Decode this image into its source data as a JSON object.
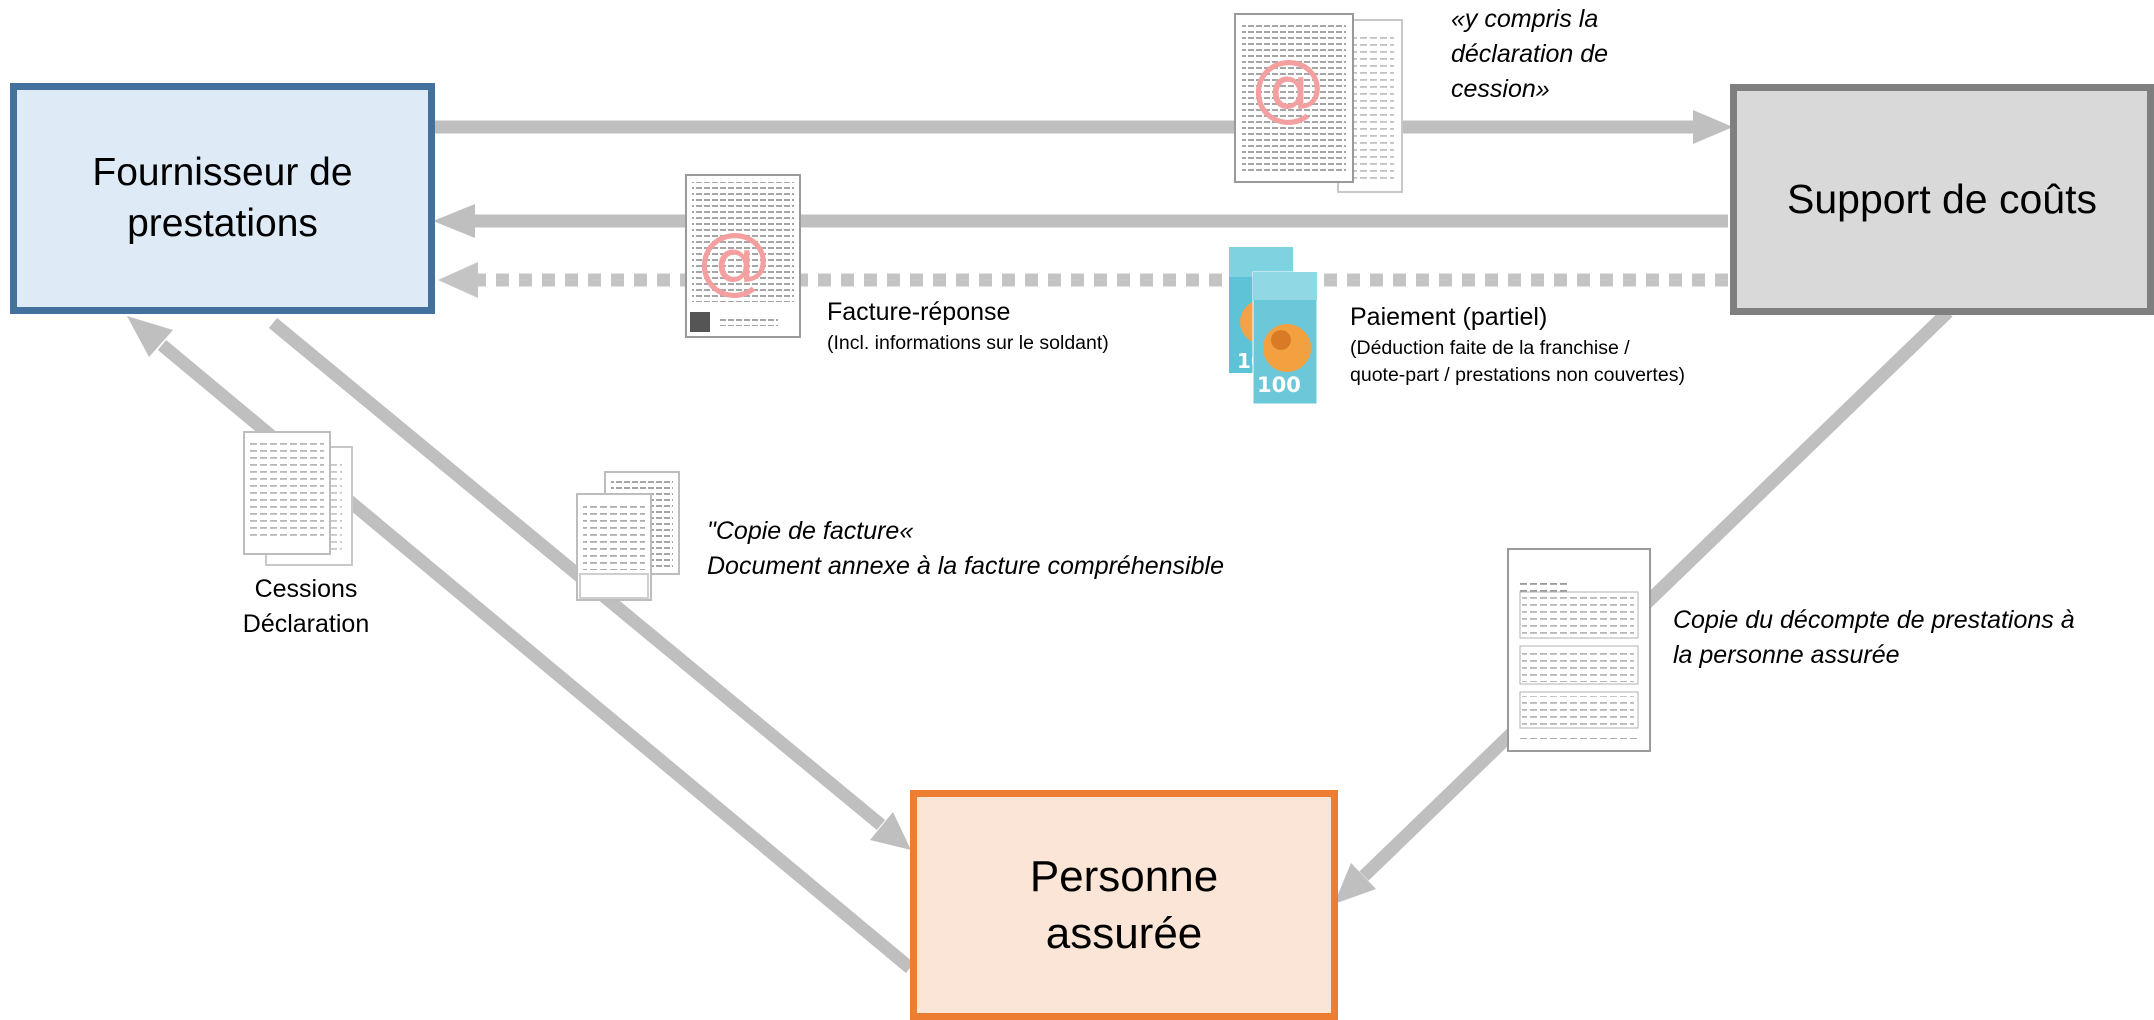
{
  "nodes": {
    "provider": "Fournisseur de prestations",
    "cost_bearer": "Support de coûts",
    "insured": "Personne assurée"
  },
  "labels": {
    "cession_quote": [
      "«y compris la",
      "déclaration de",
      "cession»"
    ],
    "facture_reponse": "Facture-réponse",
    "facture_reponse_note": "(Incl. informations sur le soldant)",
    "paiement": "Paiement (partiel)",
    "paiement_note": [
      "(Déduction faite de la franchise /",
      "quote-part / prestations non couvertes)"
    ],
    "cessions": [
      "Cessions",
      "Déclaration"
    ],
    "copie_facture": [
      "\"Copie de facture«",
      "Document annexe à la facture compréhensible"
    ],
    "copie_decompte": [
      "Copie du décompte de prestations à",
      "la personne assurée"
    ]
  },
  "icons": {
    "at_symbol": "@",
    "banknote_value": "100"
  },
  "colors": {
    "arrow": "#bfbfbf",
    "provider_fill": "#deebf7",
    "provider_border": "#41719c",
    "cost_fill": "#d9d9d9",
    "cost_border": "#7f7f7f",
    "insured_fill": "#fbe5d6",
    "insured_border": "#ed7d31",
    "at_color": "#f4a0a0"
  }
}
